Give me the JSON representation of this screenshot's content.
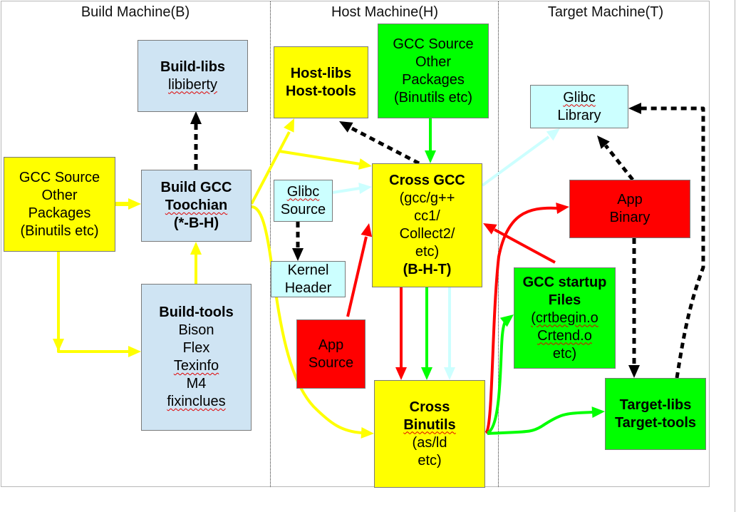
{
  "columns": [
    {
      "id": "build",
      "title": "Build Machine(B)"
    },
    {
      "id": "host",
      "title": "Host Machine(H)"
    },
    {
      "id": "target",
      "title": "Target Machine(T)"
    }
  ],
  "colors": {
    "yellow": "#ffff00",
    "green": "#00ff00",
    "red": "#ff0000",
    "cyan": "#ccffff",
    "light_blue": "#cfe4f3",
    "black": "#000000"
  },
  "nodes": {
    "build_libs": {
      "lines": [
        {
          "text": "Build-libs",
          "bold": true
        },
        {
          "text": "libiberty"
        }
      ]
    },
    "gcc_source_build": {
      "lines": [
        {
          "text": "GCC Source"
        },
        {
          "text": "Other"
        },
        {
          "text": "Packages"
        },
        {
          "text": "(Binutils etc)"
        }
      ]
    },
    "build_gcc": {
      "lines": [
        {
          "text": "Build GCC",
          "bold": true
        },
        {
          "text": "Toochian",
          "bold": true
        },
        {
          "text": "(*-B-H)",
          "bold": true
        }
      ]
    },
    "build_tools": {
      "lines": [
        {
          "text": "Build-tools",
          "bold": true
        },
        {
          "text": "Bison"
        },
        {
          "text": "Flex"
        },
        {
          "text": "Texinfo"
        },
        {
          "text": "M4"
        },
        {
          "text": "fixinclues"
        }
      ]
    },
    "host_libs": {
      "lines": [
        {
          "text": "Host-libs",
          "bold": true
        },
        {
          "text": "Host-tools",
          "bold": true
        }
      ]
    },
    "gcc_source_host": {
      "lines": [
        {
          "text": "GCC Source"
        },
        {
          "text": "Other"
        },
        {
          "text": "Packages"
        },
        {
          "text": "(Binutils etc)"
        }
      ]
    },
    "glibc_source": {
      "lines": [
        {
          "text": "Glibc"
        },
        {
          "text": "Source"
        }
      ]
    },
    "kernel_header": {
      "lines": [
        {
          "text": "Kernel"
        },
        {
          "text": "Header"
        }
      ]
    },
    "cross_gcc": {
      "lines": [
        {
          "text": "Cross GCC",
          "bold": true
        },
        {
          "text": "(gcc/g++"
        },
        {
          "text": "cc1/"
        },
        {
          "text": "Collect2/"
        },
        {
          "text": "etc)"
        },
        {
          "text": "(B-H-T)",
          "bold": true
        }
      ]
    },
    "app_source": {
      "lines": [
        {
          "text": "App"
        },
        {
          "text": "Source"
        }
      ]
    },
    "cross_binutils": {
      "lines": [
        {
          "text": "Cross",
          "bold": true
        },
        {
          "text": "Binutils",
          "bold": true
        },
        {
          "text": "(as/ld"
        },
        {
          "text": "etc)"
        }
      ]
    },
    "glibc_library": {
      "lines": [
        {
          "text": "Glibc"
        },
        {
          "text": "Library"
        }
      ]
    },
    "app_binary": {
      "lines": [
        {
          "text": "App"
        },
        {
          "text": "Binary"
        }
      ]
    },
    "gcc_startup": {
      "lines": [
        {
          "text": "GCC startup",
          "bold": true
        },
        {
          "text": "Files",
          "bold": true
        },
        {
          "text": "(crtbegin.o"
        },
        {
          "text": "Crtend.o"
        },
        {
          "text": "etc)"
        }
      ]
    },
    "target_libs": {
      "lines": [
        {
          "text": "Target-libs",
          "bold": true
        },
        {
          "text": "Target-tools",
          "bold": true
        }
      ]
    }
  },
  "edges": [
    {
      "from": "build_gcc",
      "to": "build_libs",
      "color": "black",
      "style": "dashed"
    },
    {
      "from": "gcc_source_build",
      "to": "build_gcc",
      "color": "yellow",
      "style": "solid"
    },
    {
      "from": "gcc_source_build",
      "to": "build_tools",
      "color": "yellow",
      "style": "solid"
    },
    {
      "from": "build_tools",
      "to": "build_gcc",
      "color": "yellow",
      "style": "solid"
    },
    {
      "from": "build_gcc",
      "to": "host_libs",
      "color": "yellow",
      "style": "solid"
    },
    {
      "from": "build_gcc",
      "to": "cross_gcc",
      "color": "yellow",
      "style": "solid"
    },
    {
      "from": "build_gcc",
      "to": "cross_binutils",
      "color": "yellow",
      "style": "solid"
    },
    {
      "from": "cross_gcc",
      "to": "host_libs",
      "color": "black",
      "style": "dashed"
    },
    {
      "from": "gcc_source_host",
      "to": "cross_gcc",
      "color": "green",
      "style": "solid"
    },
    {
      "from": "glibc_source",
      "to": "cross_gcc",
      "color": "cyan",
      "style": "solid"
    },
    {
      "from": "glibc_source",
      "to": "kernel_header",
      "color": "black",
      "style": "dashed"
    },
    {
      "from": "app_source",
      "to": "cross_gcc",
      "color": "red",
      "style": "solid"
    },
    {
      "from": "cross_gcc",
      "to": "cross_binutils",
      "color": "red",
      "style": "solid"
    },
    {
      "from": "cross_gcc",
      "to": "cross_binutils",
      "color": "green",
      "style": "solid"
    },
    {
      "from": "cross_gcc",
      "to": "cross_binutils",
      "color": "cyan",
      "style": "solid"
    },
    {
      "from": "cross_gcc",
      "to": "glibc_library",
      "color": "cyan",
      "style": "solid"
    },
    {
      "from": "gcc_startup",
      "to": "cross_gcc",
      "color": "red",
      "style": "solid"
    },
    {
      "from": "cross_binutils",
      "to": "app_binary",
      "color": "red",
      "style": "solid"
    },
    {
      "from": "cross_binutils",
      "to": "gcc_startup",
      "color": "green",
      "style": "solid"
    },
    {
      "from": "cross_binutils",
      "to": "target_libs",
      "color": "green",
      "style": "solid"
    },
    {
      "from": "app_binary",
      "to": "glibc_library",
      "color": "black",
      "style": "dashed"
    },
    {
      "from": "app_binary",
      "to": "target_libs",
      "color": "black",
      "style": "dashed"
    },
    {
      "from": "target_libs",
      "to": "glibc_library",
      "color": "black",
      "style": "dashed"
    }
  ]
}
